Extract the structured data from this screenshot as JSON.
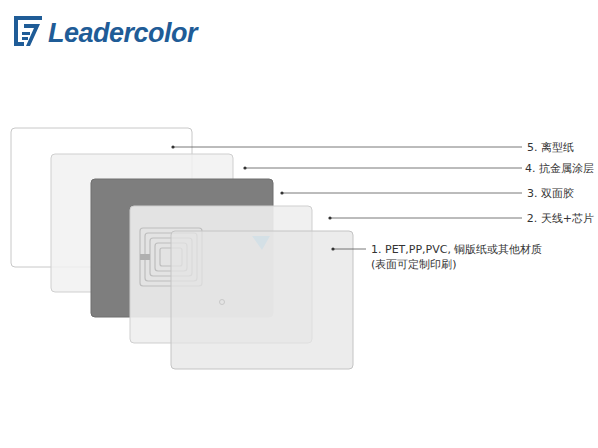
{
  "diagram": {
    "labels": [
      "Leadercolor",
      "5. 离型纸",
      "4. 抗金属涂层",
      "3. 双面胶",
      "2. 天线+芯片",
      "1. PET,PP,PVC, 铜版纸或其他材质 (表面可定制印刷)"
    ]
  }
}
